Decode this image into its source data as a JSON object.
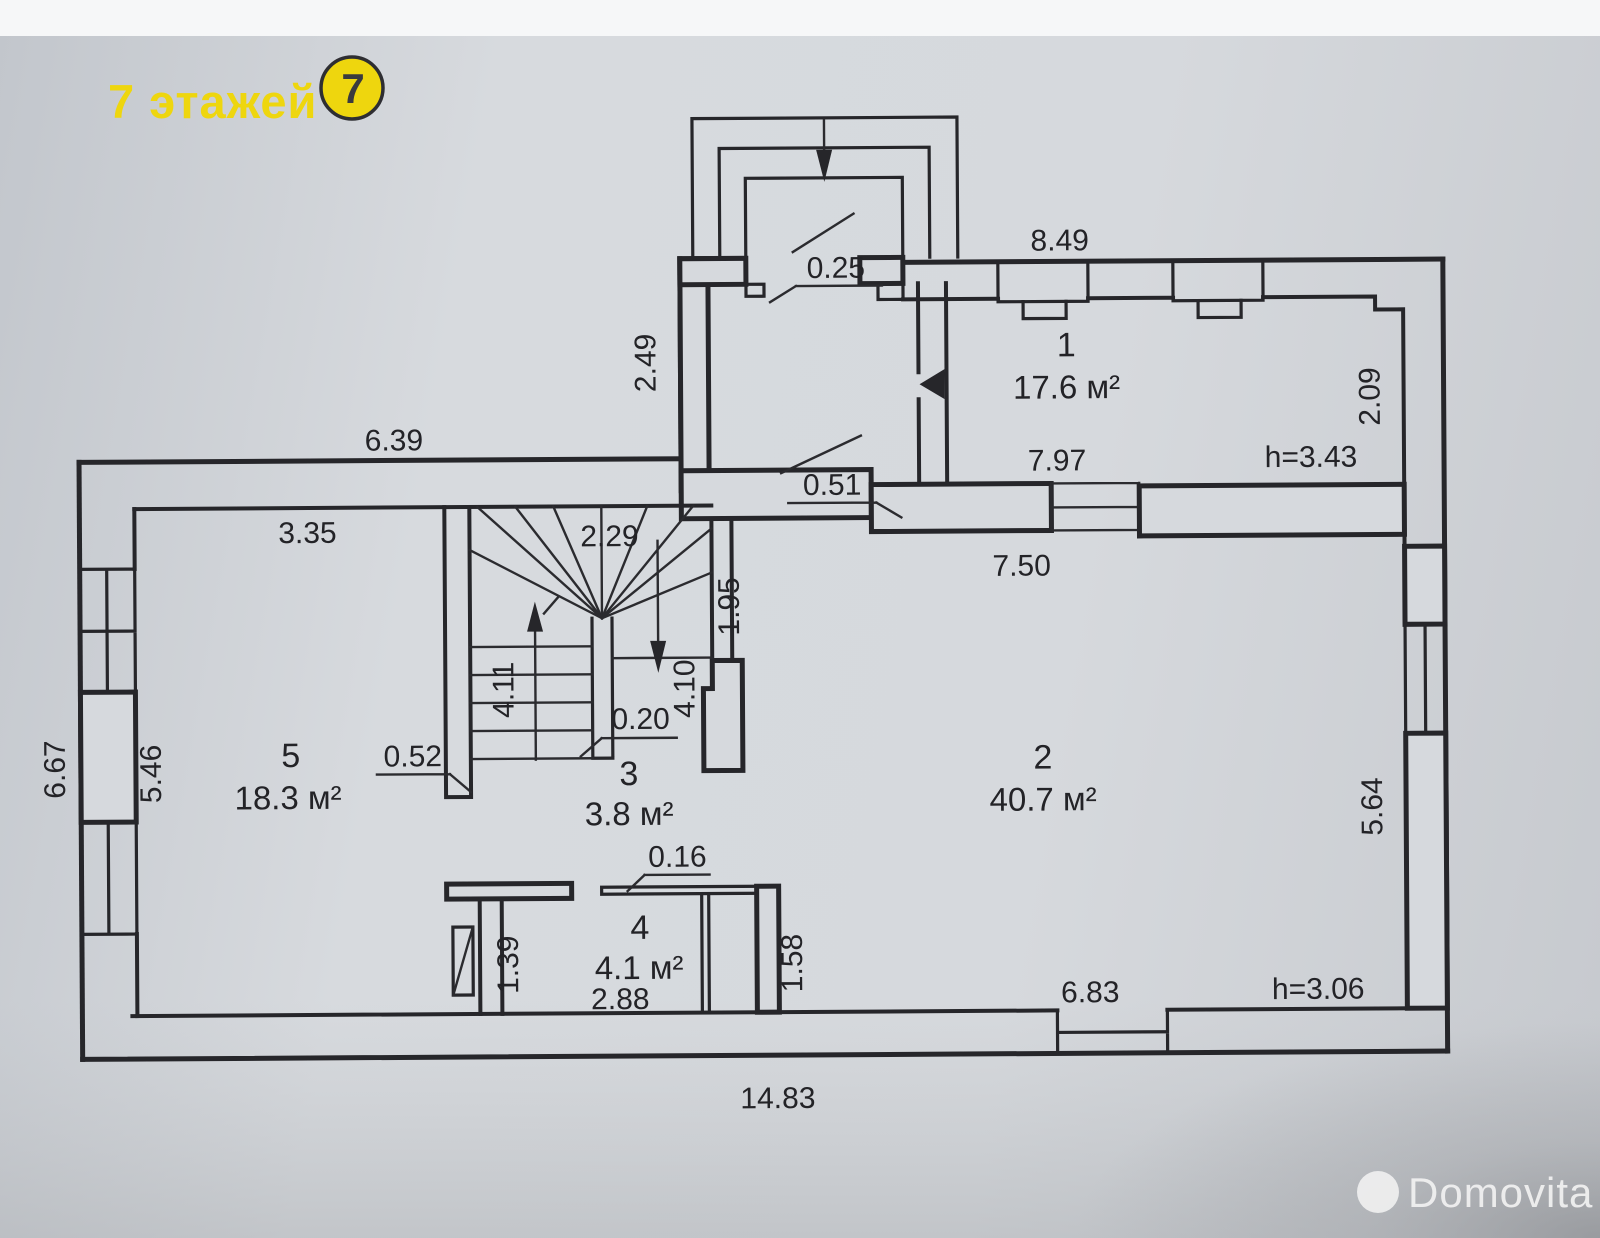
{
  "branding": {
    "logo_text": "7 этажей",
    "logo_badge": "7",
    "watermark": "Domovita"
  },
  "colors": {
    "accent_yellow": "#eed60e",
    "line": "#26262a",
    "paper": "#d6d9dd"
  },
  "rooms": [
    {
      "number": "1",
      "area": "17.6 м²"
    },
    {
      "number": "2",
      "area": "40.7 м²"
    },
    {
      "number": "3",
      "area": "3.8 м²"
    },
    {
      "number": "4",
      "area": "4.1 м²"
    },
    {
      "number": "5",
      "area": "18.3 м²"
    }
  ],
  "heights": {
    "room1": "h=3.43",
    "room2": "h=3.06"
  },
  "dims": {
    "porch_wall": "0.25",
    "hall_side": "2.49",
    "room1_top": "8.49",
    "room1_side": "2.09",
    "room1_bottom": "7.97",
    "room2_top": "7.50",
    "left_wing_top": "6.39",
    "room5_top": "3.35",
    "stairs_top": "2.29",
    "hall_opening": "0.51",
    "room2_left_upper": "1.95",
    "stairs_left": "4.11",
    "stairs_right": "4.10",
    "stairs_divider": "0.20",
    "room5_door_wall": "0.52",
    "left_wall_outer": "6.67",
    "room5_side": "5.46",
    "room2_right": "5.64",
    "room4_wall_thin": "0.16",
    "room4_width": "2.88",
    "niche_left": "1.39",
    "niche_right": "1.58",
    "bottom_window": "6.83",
    "building_width": "14.83"
  }
}
